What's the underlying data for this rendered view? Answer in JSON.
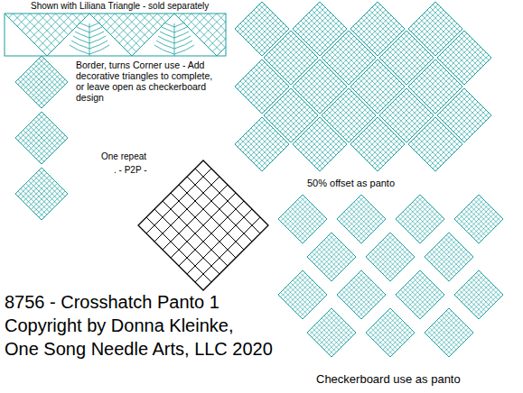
{
  "diagram": {
    "labels": [
      "Shown with Liliana Triangle - sold separately",
      "Border, turns Corner use - Add decorative triangles to complete, or leave open as checkerboard design",
      "One repeat",
      ". - P2P -",
      "50% offset as panto",
      "8756 - Crosshatch Panto 1",
      "Copyright by Donna Kleinke,",
      "One Song Needle Arts, LLC 2020",
      "Checkerboard use as panto"
    ]
  }
}
